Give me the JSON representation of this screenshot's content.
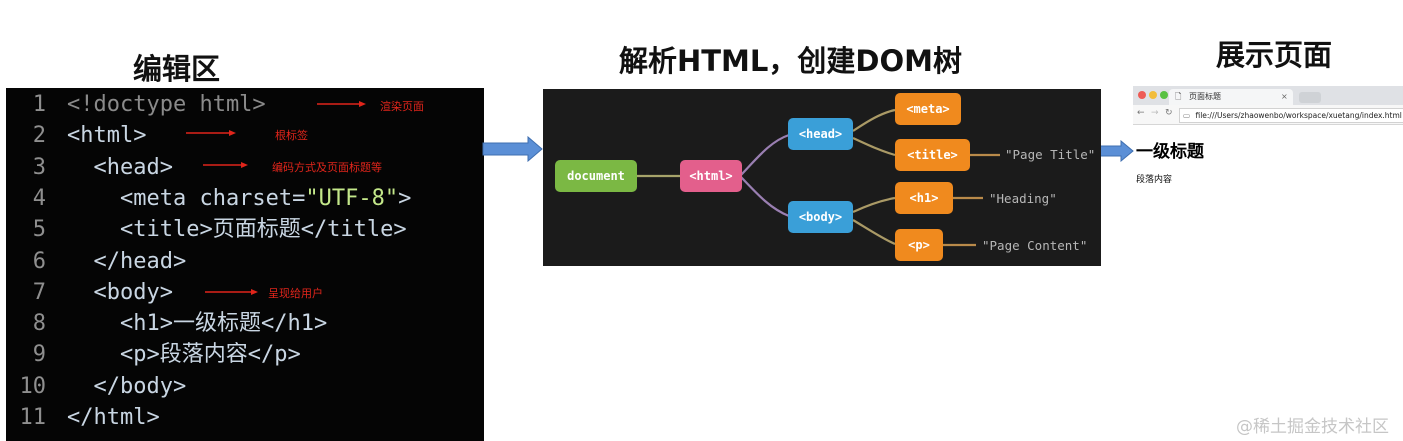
{
  "headings": {
    "editor": "编辑区",
    "tree": "解析HTML，创建DOM树",
    "display": "展示页面"
  },
  "editor": {
    "lines": [
      {
        "num": "1",
        "parts": [
          {
            "t": "<!doctype html>",
            "c": "cmt"
          }
        ]
      },
      {
        "num": "2",
        "parts": [
          {
            "t": "<html>",
            "c": ""
          }
        ]
      },
      {
        "num": "3",
        "parts": [
          {
            "t": "  <head>",
            "c": ""
          }
        ]
      },
      {
        "num": "4",
        "parts": [
          {
            "t": "    <meta charset=",
            "c": ""
          },
          {
            "t": "\"UTF-8\"",
            "c": "str"
          },
          {
            "t": ">",
            "c": ""
          }
        ]
      },
      {
        "num": "5",
        "parts": [
          {
            "t": "    <title>页面标题</title>",
            "c": ""
          }
        ]
      },
      {
        "num": "6",
        "parts": [
          {
            "t": "  </head>",
            "c": ""
          }
        ]
      },
      {
        "num": "7",
        "parts": [
          {
            "t": "  <body>",
            "c": ""
          }
        ]
      },
      {
        "num": "8",
        "parts": [
          {
            "t": "    <h1>一级标题</h1>",
            "c": ""
          }
        ]
      },
      {
        "num": "9",
        "parts": [
          {
            "t": "    <p>段落内容</p>",
            "c": ""
          }
        ]
      },
      {
        "num": "10",
        "parts": [
          {
            "t": "  </body>",
            "c": ""
          }
        ]
      },
      {
        "num": "11",
        "parts": [
          {
            "t": "</html>",
            "c": ""
          }
        ]
      }
    ],
    "annotations": {
      "doctype": "渲染页面",
      "html": "根标签",
      "head": "编码方式及页面标题等",
      "body": "呈现给用户"
    }
  },
  "tree": {
    "nodes": {
      "document": "document",
      "html": "<html>",
      "head": "<head>",
      "body": "<body>",
      "meta": "<meta>",
      "title": "<title>",
      "h1": "<h1>",
      "p": "<p>"
    },
    "texts": {
      "title": "\"Page Title\"",
      "h1": "\"Heading\"",
      "p": "\"Page Content\""
    }
  },
  "browser": {
    "tab_title": "页面标题",
    "tab_close": "×",
    "url": "file:///Users/zhaowenbo/workspace/xuetang/index.html",
    "rendered_h1": "一级标题",
    "rendered_p": "段落内容"
  },
  "watermark": "@稀土掘金技术社区",
  "colors": {
    "document": "#7bb844",
    "html": "#e35f8c",
    "parent": "#3a9fd8",
    "leaf": "#f08a1e",
    "annotation": "#e0251b",
    "flow_arrow": "#5b8fd6"
  }
}
